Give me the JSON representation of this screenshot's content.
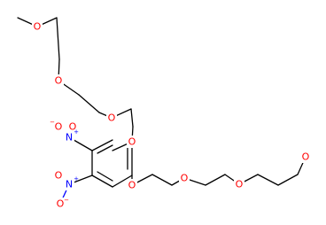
{
  "colors": {
    "oxygen": "#ff0000",
    "nitrogen": "#0000ff",
    "bond": "#000000",
    "background": "#ffffff"
  },
  "atoms": {
    "O_top_methoxy": "O",
    "O_top_ether_2": "O",
    "O_top_ether_1": "O",
    "O_aryl_top": "O",
    "O_aryl_bottom": "O",
    "O_right_ether_1": "O",
    "O_right_ether_2": "O",
    "O_right_methoxy": "O",
    "N_nitro_top": "N",
    "N_nitro_bottom": "N",
    "O_nitro_top_left": "O",
    "O_nitro_top_right": "O",
    "O_nitro_bottom_left": "O",
    "O_nitro_bottom_bottom": "O"
  },
  "charges": {
    "N_nitro_top": "+",
    "N_nitro_bottom": "+",
    "O_nitro_top_left": "−",
    "O_nitro_bottom_bottom": "−"
  }
}
